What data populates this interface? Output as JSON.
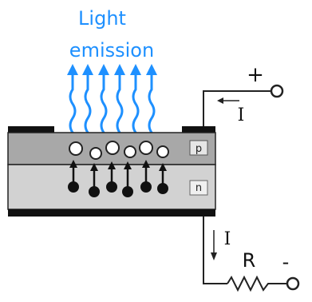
{
  "diagram": {
    "title_line1": "Light",
    "title_line2": "emission",
    "p_label": "p",
    "n_label": "n",
    "plus_label": "+",
    "minus_label": "-",
    "current_top": "I",
    "current_side": "I",
    "resistor_label": "R"
  },
  "colors": {
    "light": "#1e90ff",
    "p_layer": "#a8a8a8",
    "n_layer": "#d2d2d2",
    "contact": "#111111",
    "wire": "#222222"
  }
}
